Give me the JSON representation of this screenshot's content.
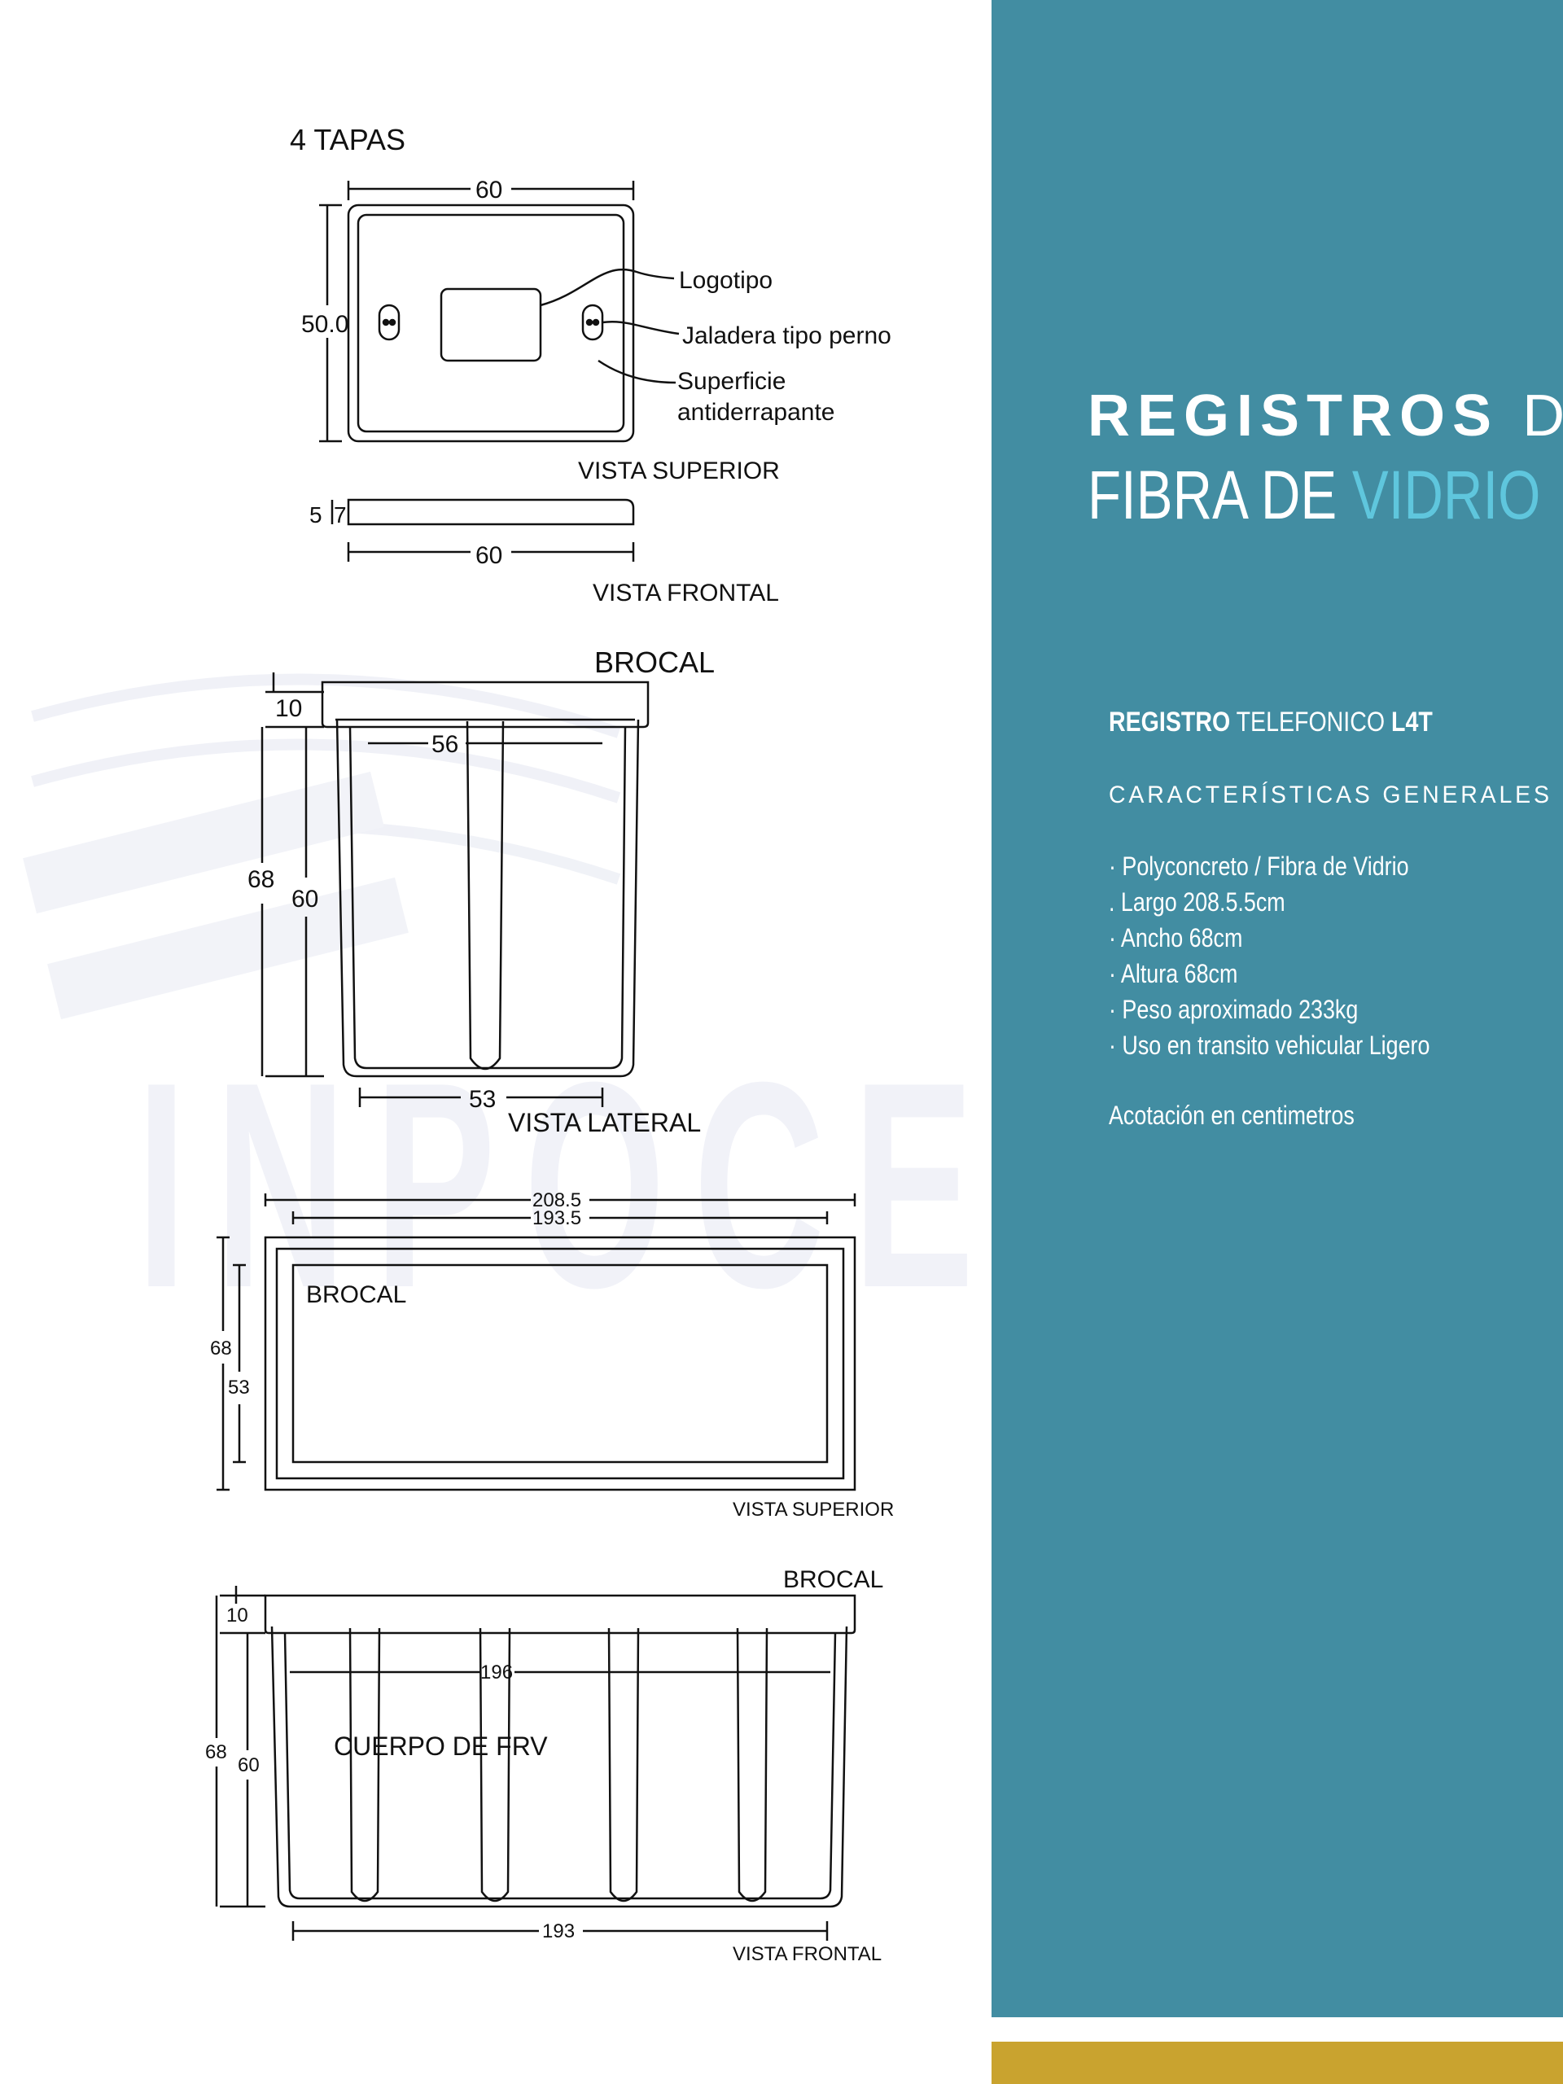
{
  "drawing": {
    "tapas": {
      "title": "4 TAPAS",
      "width_dim": "60",
      "height_dim": "50.0",
      "callout_logo": "Logotipo",
      "callout_jaladera": "Jaladera tipo perno",
      "callout_superficie_1": "Superficie",
      "callout_superficie_2": "antiderrapante",
      "view_top": "VISTA SUPERIOR",
      "front_dim_a": "5",
      "front_dim_b": "7",
      "front_width_dim": "60",
      "view_front": "VISTA FRONTAL"
    },
    "lateral": {
      "title": "BROCAL",
      "dim_10": "10",
      "dim_56": "56",
      "dim_68": "68",
      "dim_60": "60",
      "dim_53": "53",
      "view": "VISTA LATERAL"
    },
    "superior": {
      "dim_2085": "208.5",
      "dim_1935": "193.5",
      "label": "BROCAL",
      "dim_68": "68",
      "dim_53": "53",
      "view": "VISTA SUPERIOR"
    },
    "frontal": {
      "label_brocal": "BROCAL",
      "dim_10": "10",
      "dim_196": "196",
      "body_label": "CUERPO DE FRV",
      "dim_68": "68",
      "dim_60": "60",
      "dim_193": "193",
      "view": "VISTA FRONTAL"
    },
    "watermark": "INPOCE"
  },
  "panel": {
    "title_bold": "REGISTROS",
    "title_light": "DE",
    "title_line2_a": "FIBRA DE",
    "title_line2_b": "VIDRIO",
    "product_bold_1": "REGISTRO",
    "product_light": "TELEFONICO",
    "product_bold_2": "L4T",
    "section": "CARACTERÍSTICAS GENERALES",
    "items": [
      "· Polyconcreto / Fibra de Vidrio",
      ". Largo 208.5.5cm",
      "· Ancho 68cm",
      "· Altura 68cm",
      "· Peso aproximado 233kg",
      "· Uso en transito vehicular Ligero"
    ],
    "note": "Acotación en centimetros"
  },
  "colors": {
    "panel": "#428da2",
    "accent": "#5fc6dd",
    "gold": "#c9a32f"
  }
}
